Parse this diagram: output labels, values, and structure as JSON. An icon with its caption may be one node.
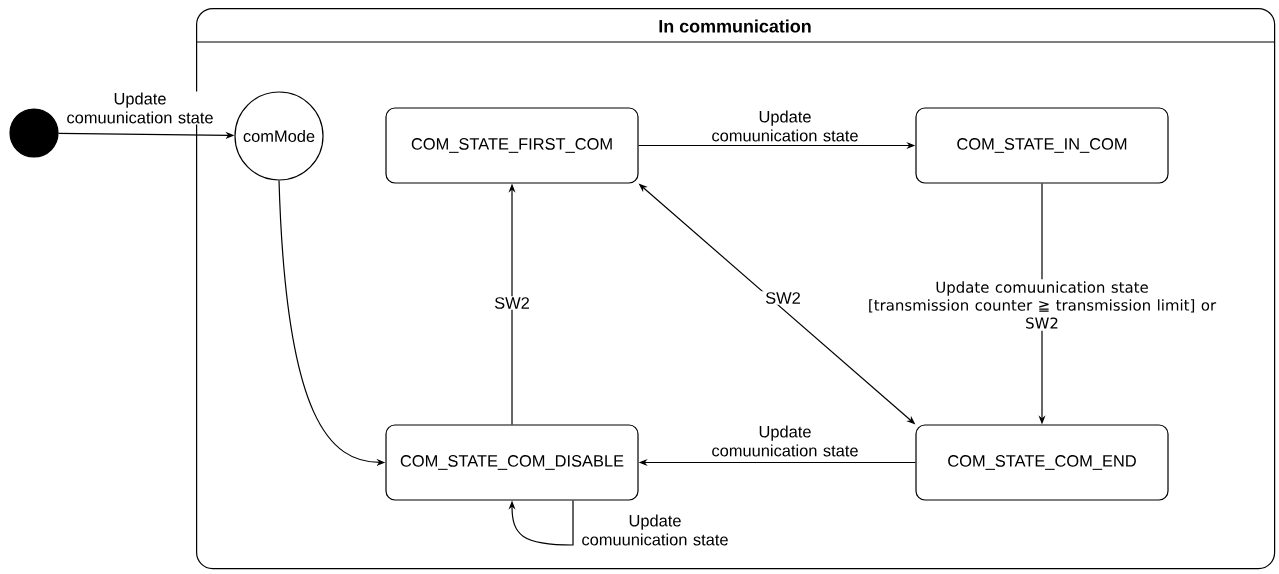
{
  "diagram": {
    "nodes": [
      {
        "text": [
          "In communication"
        ]
      },
      {
        "text": [],
        "shape": "circle"
      },
      {
        "text": [
          "comMode"
        ],
        "in": 0
      },
      {
        "text": [
          "COM_STATE_FIRST_COM"
        ],
        "in": 0
      },
      {
        "text": [
          "COM_STATE_IN_COM"
        ],
        "in": 0
      },
      {
        "text": [
          "COM_STATE_COM_DISABLE"
        ],
        "in": 0
      },
      {
        "text": [
          "COM_STATE_COM_END"
        ],
        "in": 0
      }
    ],
    "edges": [
      {
        "from": 1,
        "to": 2,
        "arrow": "to",
        "label": "Update comuunication state"
      },
      {
        "from": 2,
        "to": 5,
        "arrow": "to"
      },
      {
        "from": 3,
        "to": 4,
        "arrow": "to",
        "label": "Update comuunication state"
      },
      {
        "from": 4,
        "to": 6,
        "arrow": "to",
        "label": "Update comuunication state [transmission counter ≧ transmission limit] or SW2"
      },
      {
        "from": 6,
        "to": 5,
        "arrow": "to",
        "label": "Update comuunication state"
      },
      {
        "from": 5,
        "to": 3,
        "arrow": "to",
        "label": "SW2"
      },
      {
        "from": 3,
        "to": 6,
        "arrow": "both",
        "label": "SW2"
      },
      {
        "from": 5,
        "to": 5,
        "arrow": "to",
        "label": "Update comuunication state"
      }
    ]
  }
}
